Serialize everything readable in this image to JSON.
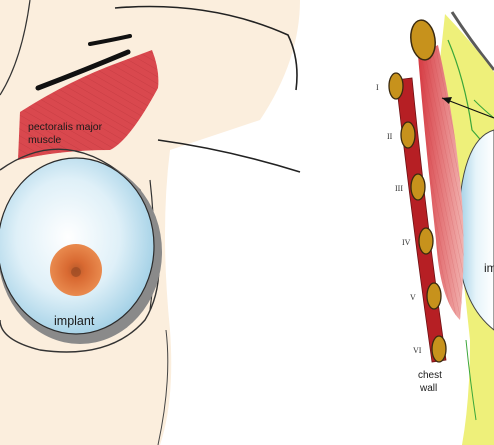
{
  "front_view": {
    "muscle_label_line1": "pectoralis major",
    "muscle_label_line2": "muscle",
    "implant_label": "implant"
  },
  "side_view": {
    "rib_numbers": [
      "I",
      "II",
      "III",
      "IV",
      "V",
      "VI"
    ],
    "chest_wall_line1": "chest",
    "chest_wall_line2": "wall",
    "implant_label_partial": "im"
  },
  "colors": {
    "skin": "#fbeedd",
    "muscle": "#d9484e",
    "implant_fill": "#cfe7f3",
    "implant_rim": "#8a8a8a",
    "nipple": "#d96a32",
    "rib": "#c7921c",
    "chest_wall": "#b61f24",
    "fat": "#eef07a",
    "fascia_line": "#3aa63a"
  }
}
